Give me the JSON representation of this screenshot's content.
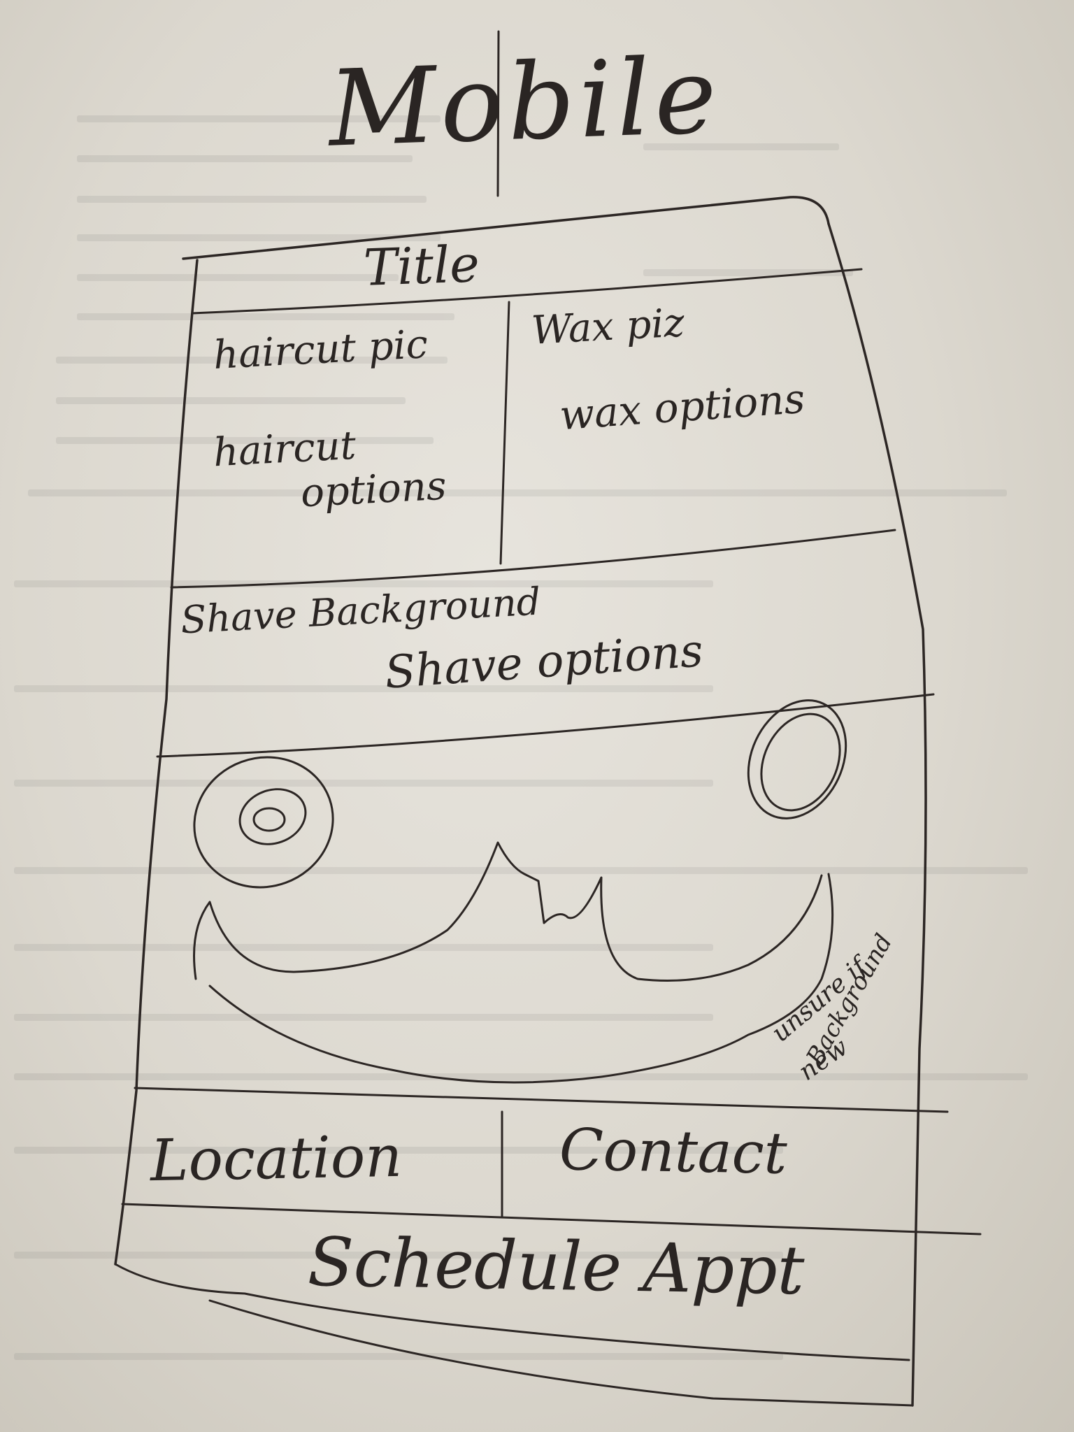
{
  "sketch": {
    "heading": "Mobile",
    "title_bar": "Title",
    "haircut_cell": {
      "pic": "haircut pic",
      "options_line1": "haircut",
      "options_line2": "options"
    },
    "wax_cell": {
      "pic": "Wax piz",
      "options": "wax options"
    },
    "shave_row": {
      "background": "Shave Background",
      "options": "Shave options"
    },
    "face_panel": {
      "note_line1": "unsure if",
      "note_line2": "new",
      "note_line3": "Background"
    },
    "footer": {
      "location": "Location",
      "contact": "Contact",
      "schedule": "Schedule Appt"
    }
  }
}
